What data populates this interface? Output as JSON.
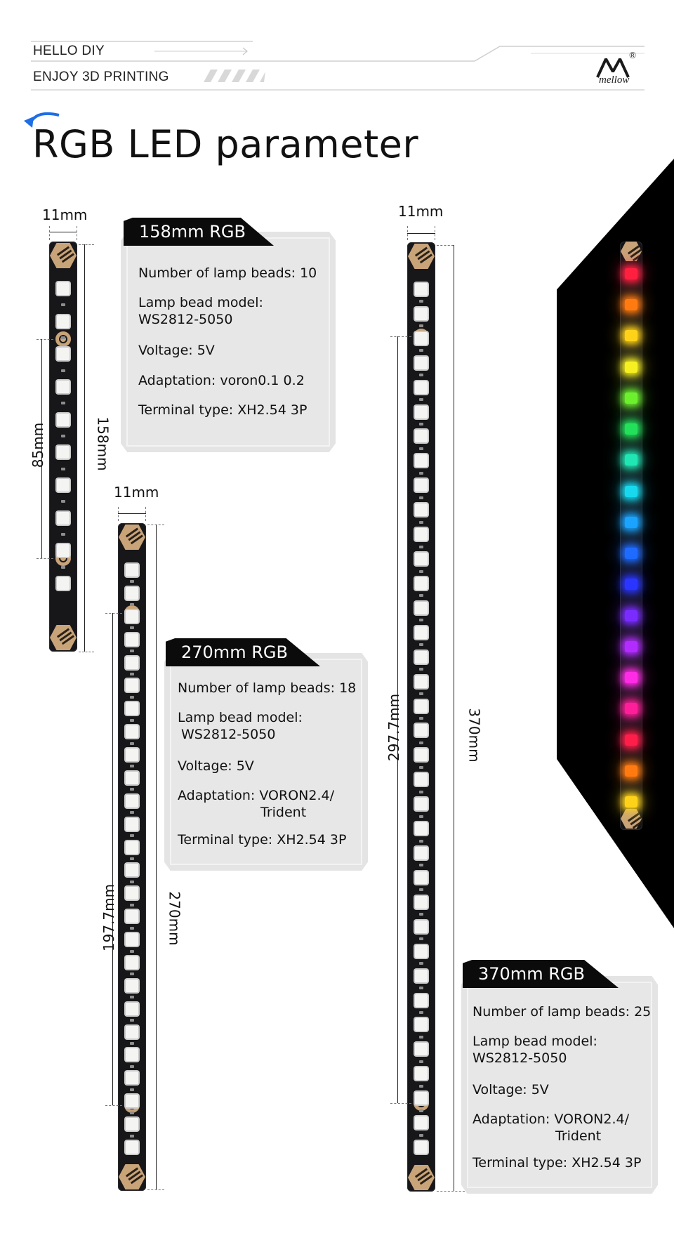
{
  "header": {
    "line1": "HELLO DIY",
    "line2": "ENJOY 3D PRINTING",
    "brand": "mellow",
    "registered": "®"
  },
  "title": "RGB LED parameter",
  "colors": {
    "accent": "#1e6ee6",
    "card": "#e4e4e4",
    "tab": "#0b0b0b",
    "strip": "#17171a",
    "cap": "#c9a479"
  },
  "strip158": {
    "width": "11mm",
    "length": "158mm",
    "hole_spacing": "85mm",
    "card": {
      "title": "158mm RGB",
      "beads_label": "Number of lamp beads:",
      "beads": "10",
      "model_label": "Lamp bead model:",
      "model": "WS2812-5050",
      "voltage_label": "Voltage:",
      "voltage": "5V",
      "adapt_label": "Adaptation:",
      "adapt": "voron0.1 0.2",
      "terminal_label": "Terminal type:",
      "terminal": "XH2.54 3P"
    }
  },
  "strip270": {
    "width": "11mm",
    "length": "270mm",
    "hole_spacing": "197.7mm",
    "card": {
      "title": "270mm RGB",
      "beads_label": "Number of lamp beads:",
      "beads": "18",
      "model_label": "Lamp bead model:",
      "model": "WS2812-5050",
      "voltage_label": "Voltage:",
      "voltage": "5V",
      "adapt_label": "Adaptation:",
      "adapt": "VORON2.4/",
      "adapt2": "Trident",
      "terminal_label": "Terminal type:",
      "terminal": "XH2.54 3P"
    }
  },
  "strip370": {
    "width": "11mm",
    "length": "370mm",
    "hole_spacing": "297.7mm",
    "card": {
      "title": "370mm RGB",
      "beads_label": "Number of lamp beads:",
      "beads": "25",
      "model_label": "Lamp bead model:",
      "model": "WS2812-5050",
      "voltage_label": "Voltage:",
      "voltage": "5V",
      "adapt_label": "Adaptation:",
      "adapt": "VORON2.4/",
      "adapt2": "Trident",
      "terminal_label": "Terminal type:",
      "terminal": "XH2.54 3P"
    }
  },
  "glow_colors": [
    "#ff2040",
    "#ff7a10",
    "#ffd21a",
    "#f6ef22",
    "#6cf02e",
    "#22e05a",
    "#20e6b4",
    "#18d8f0",
    "#1aa4ff",
    "#1f6bff",
    "#2a36ff",
    "#7a2cff",
    "#b22cff",
    "#ff2ce6",
    "#ff1e9a",
    "#ff1e4a",
    "#ff7a10",
    "#ffd21a"
  ]
}
